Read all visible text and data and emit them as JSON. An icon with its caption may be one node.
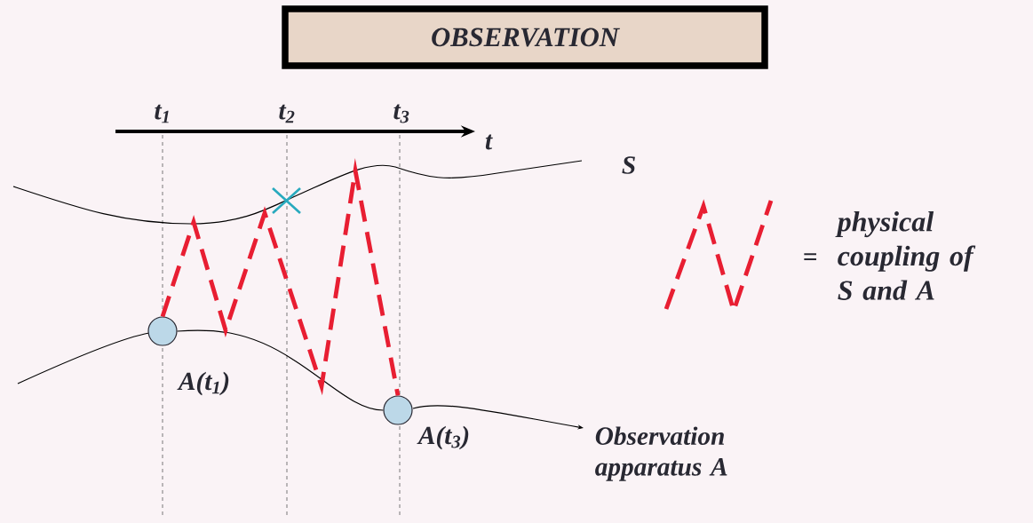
{
  "diagram": {
    "title": "OBSERVATION",
    "nodes": [
      {
        "text": [],
        "shape": "circle",
        "beside": [
          "A(t$_{1}$)"
        ]
      },
      {
        "text": [],
        "shape": "circle",
        "beside": [
          "A(t$_{3}$)"
        ]
      }
    ],
    "edges": [
      {
        "from": 0,
        "to": 1,
        "arrow": "none"
      },
      {
        "from": 0,
        "to": 1,
        "arrow": "none",
        "style": "dashed",
        "color": "#e81e32"
      }
    ],
    "labels": [
      "t$_{1}$",
      "t$_{2}$",
      "t$_{3}$",
      "t",
      "S",
      "=",
      "Observation apparatus A"
    ],
    "legend": [
      {
        "text": "physical coupling of S and A"
      }
    ]
  }
}
